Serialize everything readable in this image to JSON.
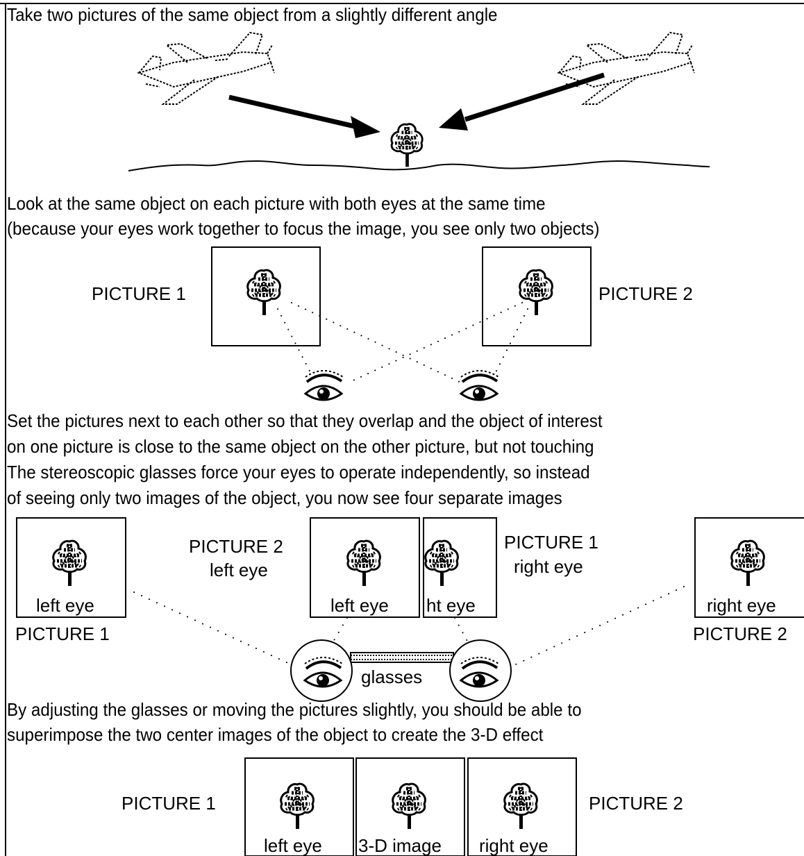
{
  "steps": {
    "step1": "Take two pictures of the same object from a slightly different angle",
    "step2_line1": "Look at the same object on each picture with both eyes at the same time",
    "step2_line2": "(because your eyes work together to focus the image, you see only two objects)",
    "step3_line1": "Set the pictures next to each other so that they overlap and the object of interest",
    "step3_line2": "on one picture is close to the same object on the other picture, but not touching",
    "step3_line3": "The stereoscopic glasses force your eyes to operate independently, so instead",
    "step3_line4": "of seeing only two images of the object, you now see four separate images",
    "step4_line1": "By adjusting the glasses or moving the pictures slightly, you should be able to",
    "step4_line2": "superimpose the two center images of the object to create the 3-D effect"
  },
  "scene2": {
    "picture1": "PICTURE 1",
    "picture2": "PICTURE 2"
  },
  "scene3": {
    "left_box_caption": "left eye",
    "left_box_label": "PICTURE 1",
    "center_left_label_1": "PICTURE 2",
    "center_left_label_2": "left eye",
    "center_left_caption": "left eye",
    "center_right_caption": "ht eye",
    "center_right_label_1": "PICTURE 1",
    "center_right_label_2": "right eye",
    "right_box_caption": "right eye",
    "right_box_label": "PICTURE 2",
    "glasses": "glasses"
  },
  "scene4": {
    "picture1": "PICTURE 1",
    "picture2": "PICTURE 2",
    "left_caption": "left eye",
    "center_caption": "3-D image",
    "right_caption": "right eye"
  }
}
